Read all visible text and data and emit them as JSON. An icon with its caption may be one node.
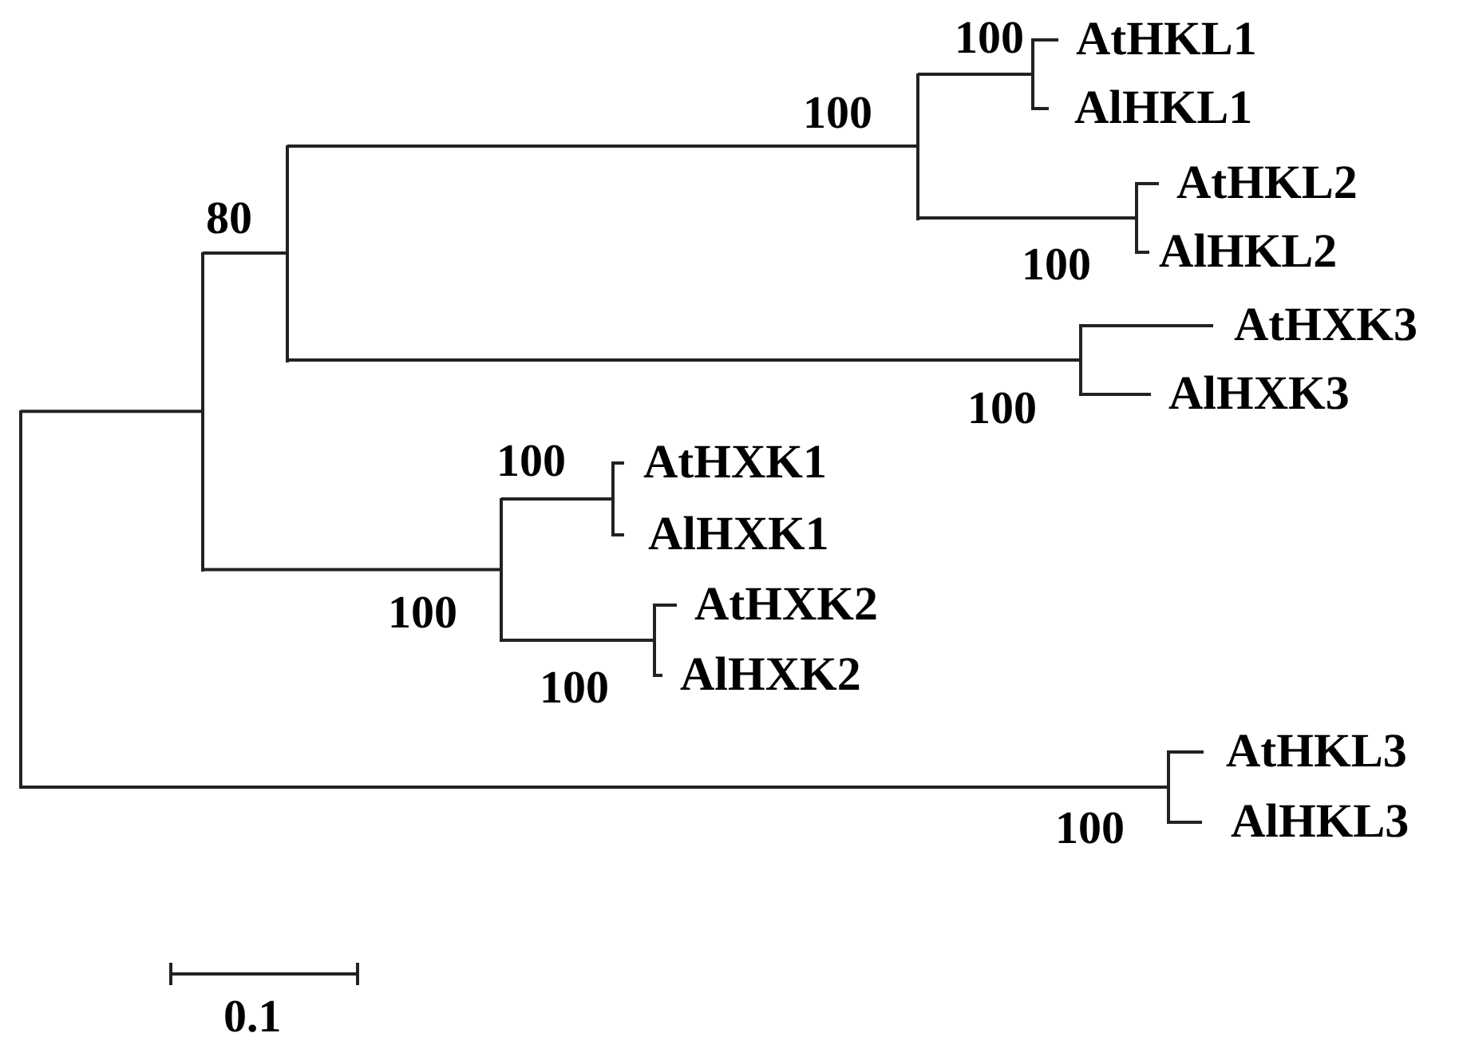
{
  "diagram": {
    "nodes": [
      {
        "text": [],
        "shape": "bar"
      },
      {
        "text": [],
        "shape": "bar"
      },
      {
        "text": [],
        "shape": "bar",
        "beside": [
          "80"
        ]
      },
      {
        "text": [],
        "shape": "bar",
        "beside": [
          "100"
        ]
      },
      {
        "text": [],
        "shape": "bar",
        "beside": [
          "100"
        ]
      },
      {
        "text": [
          "AtHKL1"
        ]
      },
      {
        "text": [
          "AlHKL1"
        ]
      },
      {
        "text": [],
        "shape": "bar",
        "beside": [
          "100"
        ]
      },
      {
        "text": [
          "AtHKL2"
        ]
      },
      {
        "text": [
          "AlHKL2"
        ]
      },
      {
        "text": [],
        "shape": "bar",
        "beside": [
          "100"
        ]
      },
      {
        "text": [
          "AtHXK3"
        ]
      },
      {
        "text": [
          "AlHXK3"
        ]
      },
      {
        "text": [],
        "shape": "bar",
        "beside": [
          "100"
        ]
      },
      {
        "text": [],
        "shape": "bar",
        "beside": [
          "100"
        ]
      },
      {
        "text": [
          "AtHXK1"
        ]
      },
      {
        "text": [
          "AlHXK1"
        ]
      },
      {
        "text": [],
        "shape": "bar",
        "beside": [
          "100"
        ]
      },
      {
        "text": [
          "AtHXK2"
        ]
      },
      {
        "text": [
          "AlHXK2"
        ]
      },
      {
        "text": [],
        "shape": "bar",
        "beside": [
          "100"
        ]
      },
      {
        "text": [
          "AtHKL3"
        ]
      },
      {
        "text": [
          "AlHKL3"
        ]
      }
    ],
    "edges": [
      {
        "from": 0,
        "to": 1,
        "arrow": "none"
      },
      {
        "from": 0,
        "to": 20,
        "arrow": "none"
      },
      {
        "from": 1,
        "to": 2,
        "arrow": "none"
      },
      {
        "from": 1,
        "to": 13,
        "arrow": "none"
      },
      {
        "from": 2,
        "to": 3,
        "arrow": "none"
      },
      {
        "from": 2,
        "to": 10,
        "arrow": "none"
      },
      {
        "from": 3,
        "to": 4,
        "arrow": "none"
      },
      {
        "from": 3,
        "to": 7,
        "arrow": "none"
      },
      {
        "from": 4,
        "to": 5,
        "arrow": "none"
      },
      {
        "from": 4,
        "to": 6,
        "arrow": "none"
      },
      {
        "from": 7,
        "to": 8,
        "arrow": "none"
      },
      {
        "from": 7,
        "to": 9,
        "arrow": "none"
      },
      {
        "from": 10,
        "to": 11,
        "arrow": "none"
      },
      {
        "from": 10,
        "to": 12,
        "arrow": "none"
      },
      {
        "from": 13,
        "to": 14,
        "arrow": "none"
      },
      {
        "from": 13,
        "to": 17,
        "arrow": "none"
      },
      {
        "from": 14,
        "to": 15,
        "arrow": "none"
      },
      {
        "from": 14,
        "to": 16,
        "arrow": "none"
      },
      {
        "from": 17,
        "to": 18,
        "arrow": "none"
      },
      {
        "from": 17,
        "to": 19,
        "arrow": "none"
      },
      {
        "from": 20,
        "to": 21,
        "arrow": "none"
      },
      {
        "from": 20,
        "to": 22,
        "arrow": "none"
      }
    ],
    "labels": [
      "0.1"
    ]
  }
}
